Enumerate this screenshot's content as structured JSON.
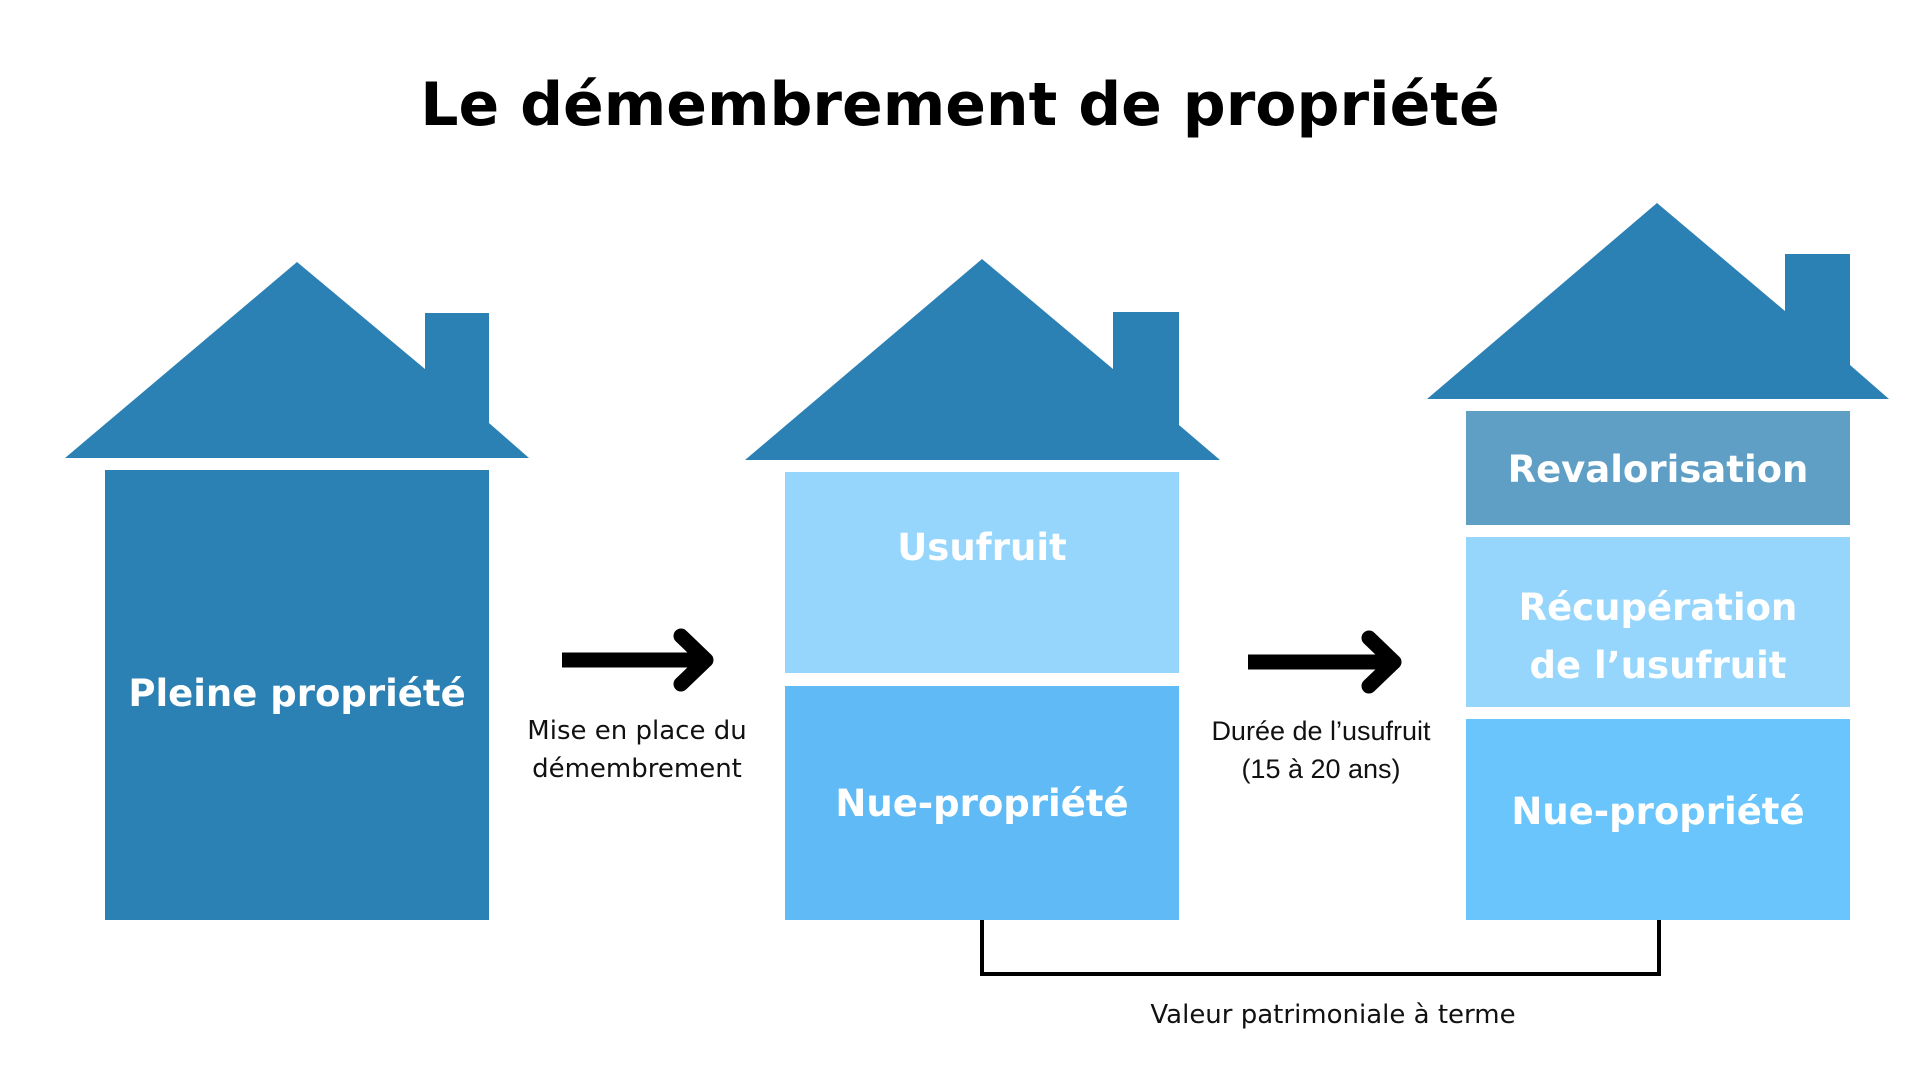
{
  "title": "Le démembrement de propriété",
  "colors": {
    "roof": "#2b80b4",
    "pleine": "#2b80b4",
    "usufruit": "#96d6fc",
    "nue_mid": "#5fbaf5",
    "revalorisation": "#5f9fc6",
    "recuperation": "#96d6fc",
    "nue_right": "#69c5fb",
    "text_on_box": "#ffffff",
    "arrow": "#000000"
  },
  "houses": [
    {
      "id": "left",
      "blocks": [
        {
          "label": "Pleine propriété"
        }
      ]
    },
    {
      "id": "middle",
      "blocks": [
        {
          "label": "Usufruit"
        },
        {
          "label": "Nue-propriété"
        }
      ]
    },
    {
      "id": "right",
      "blocks": [
        {
          "label": "Revalorisation"
        },
        {
          "label_line1": "Récupération",
          "label_line2": "de l’usufruit"
        },
        {
          "label": "Nue-propriété"
        }
      ]
    }
  ],
  "arrows": [
    {
      "line1": "Mise en place du",
      "line2": "démembrement"
    },
    {
      "line1": "Durée de l’usufruit",
      "line2": "(15 à 20 ans)"
    }
  ],
  "bracket": {
    "label": "Valeur patrimoniale à terme"
  }
}
